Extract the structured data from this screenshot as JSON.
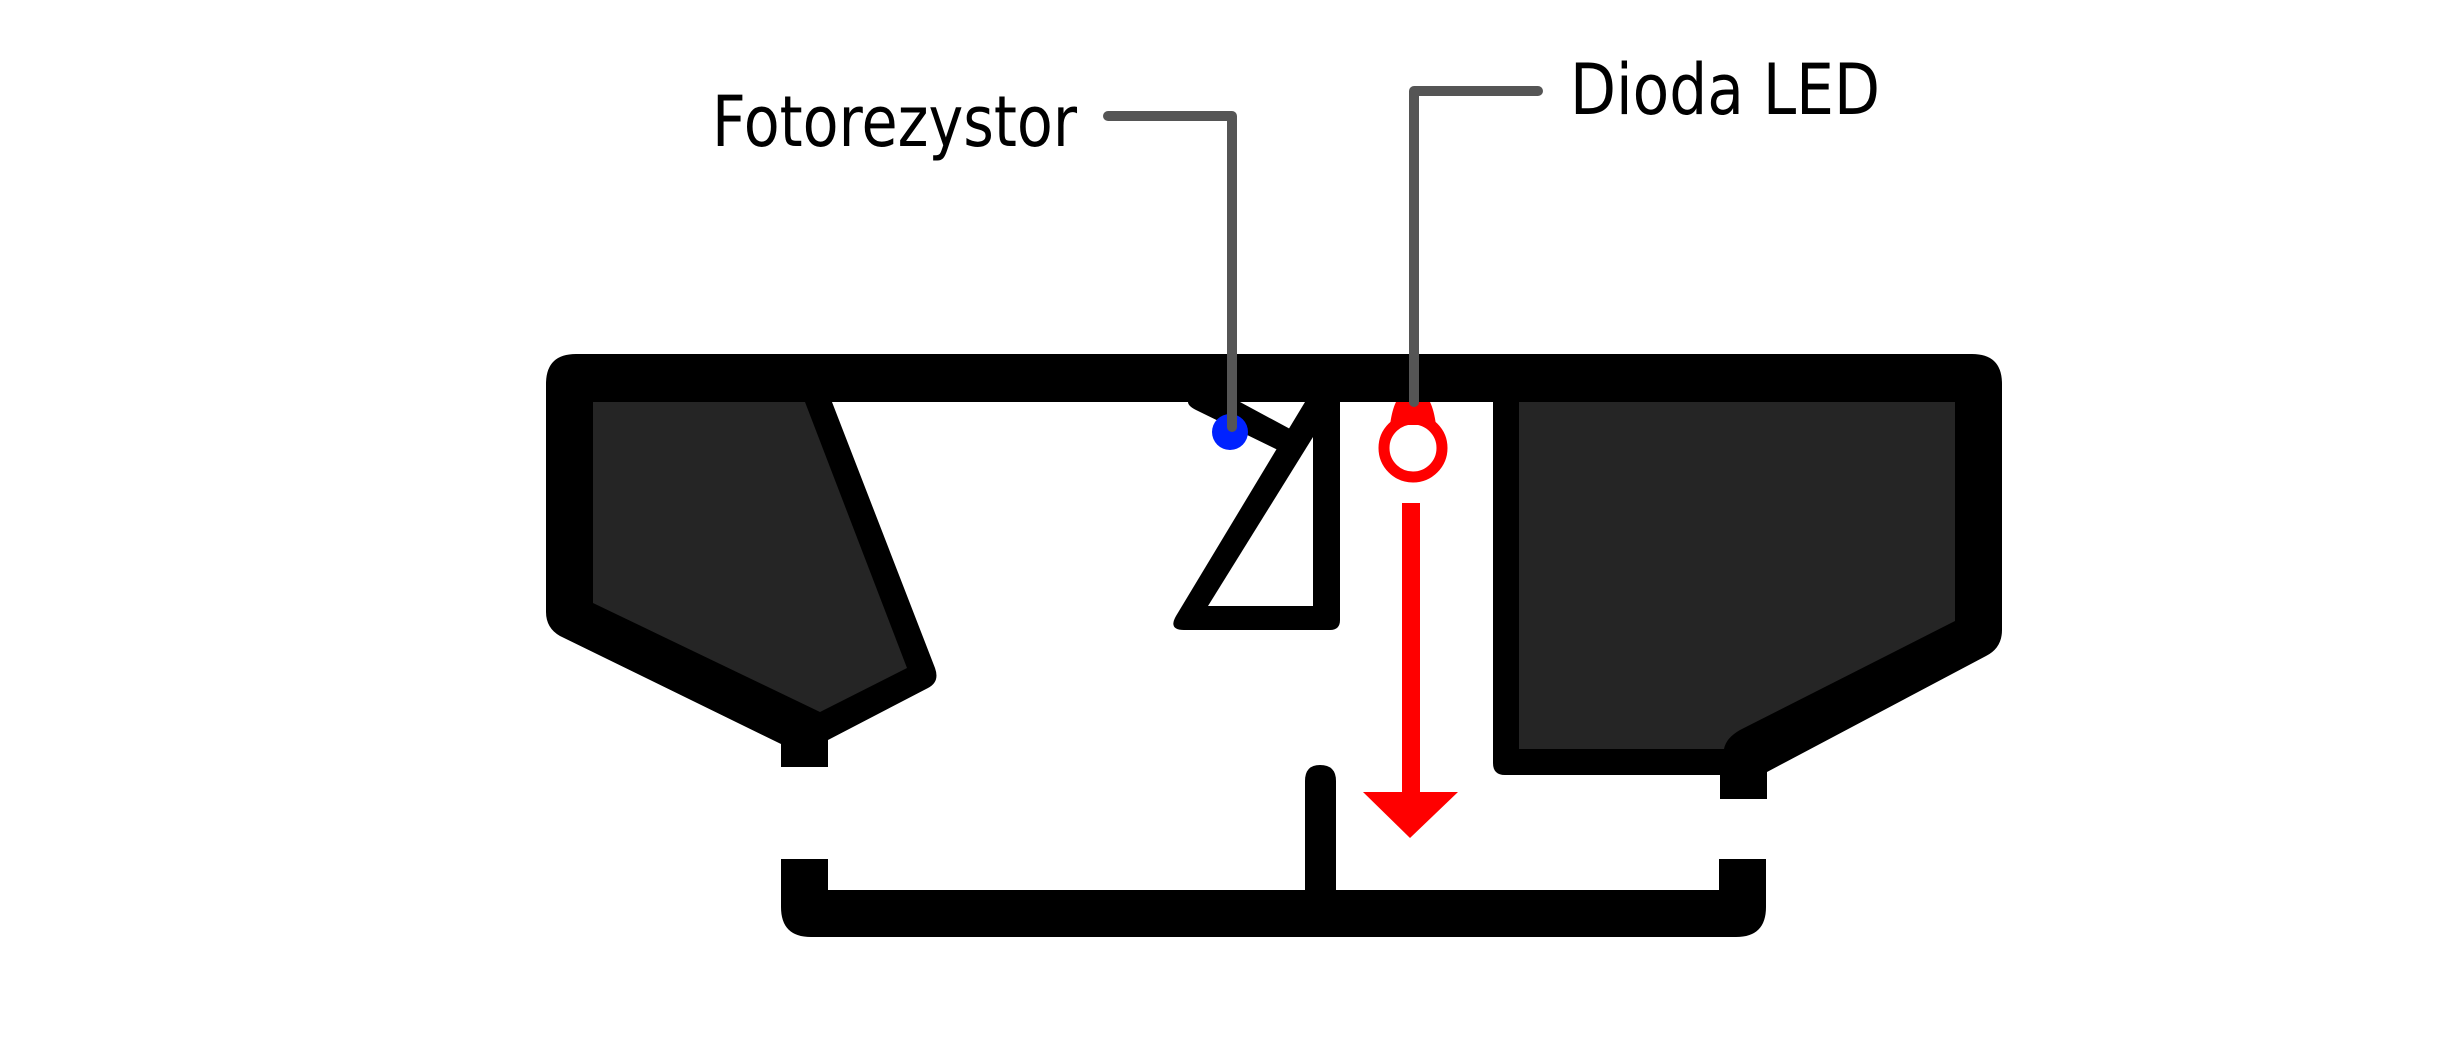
{
  "diagram": {
    "title": "",
    "labels": {
      "photoresistor": "Fotorezystor",
      "led": "Dioda LED"
    },
    "components": [
      {
        "id": "housing",
        "description": "device housing cross-section"
      },
      {
        "id": "photoresistor",
        "label": "Fotorezystor",
        "color": "#0022ff"
      },
      {
        "id": "led",
        "label": "Dioda LED",
        "color": "#ff0000"
      },
      {
        "id": "prism",
        "description": "light guide prism"
      },
      {
        "id": "light-direction-arrow",
        "direction": "down",
        "color": "#ff0000"
      },
      {
        "id": "base-bracket",
        "description": "bottom bracket with center post"
      }
    ],
    "colors": {
      "structure": "#000000",
      "fill": "#252525",
      "callout": "#555555",
      "photoresistor": "#0022ff",
      "led": "#ff0000",
      "arrow": "#ff0000"
    }
  }
}
